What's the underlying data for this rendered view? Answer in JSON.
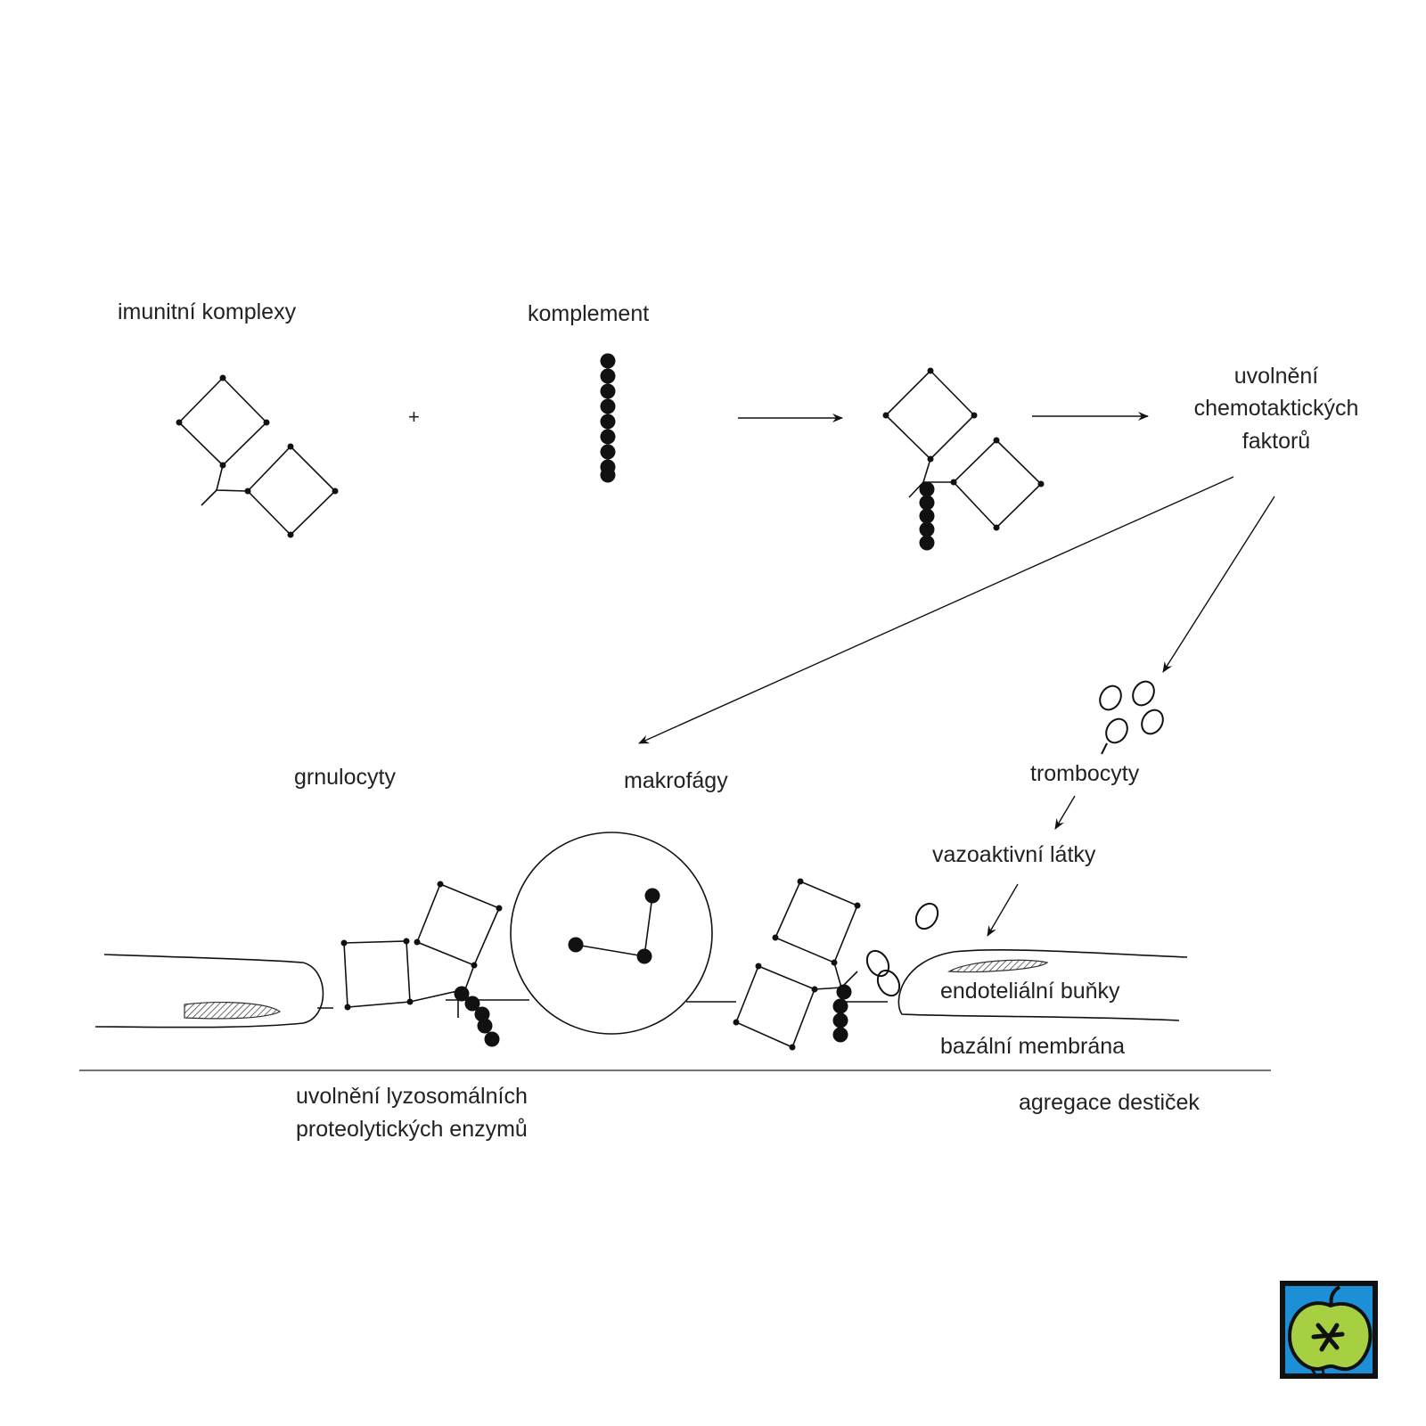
{
  "labels": {
    "immune_complexes": "imunitní komplexy",
    "plus": "+",
    "complement": "komplement",
    "release_line1": "uvolnění",
    "release_line2": "chemotaktických",
    "release_line3": "faktorů",
    "granulocytes": "grnulocyty",
    "macrophages": "makrofágy",
    "thrombocytes": "trombocyty",
    "vasoactive": "vazoaktivní látky",
    "endothelial": "endoteliální buňky",
    "basal_membrane": "bazální membrána",
    "lysosomal_line1": "uvolnění lyzosomálních",
    "lysosomal_line2": "proteolytických enzymů",
    "aggregation": "agregace destiček"
  },
  "colors": {
    "ink": "#111111",
    "text": "#222222",
    "logo_blue": "#1c8fd6",
    "logo_apple": "#a6cf42"
  },
  "logo": {
    "icon": "apple-icon"
  }
}
